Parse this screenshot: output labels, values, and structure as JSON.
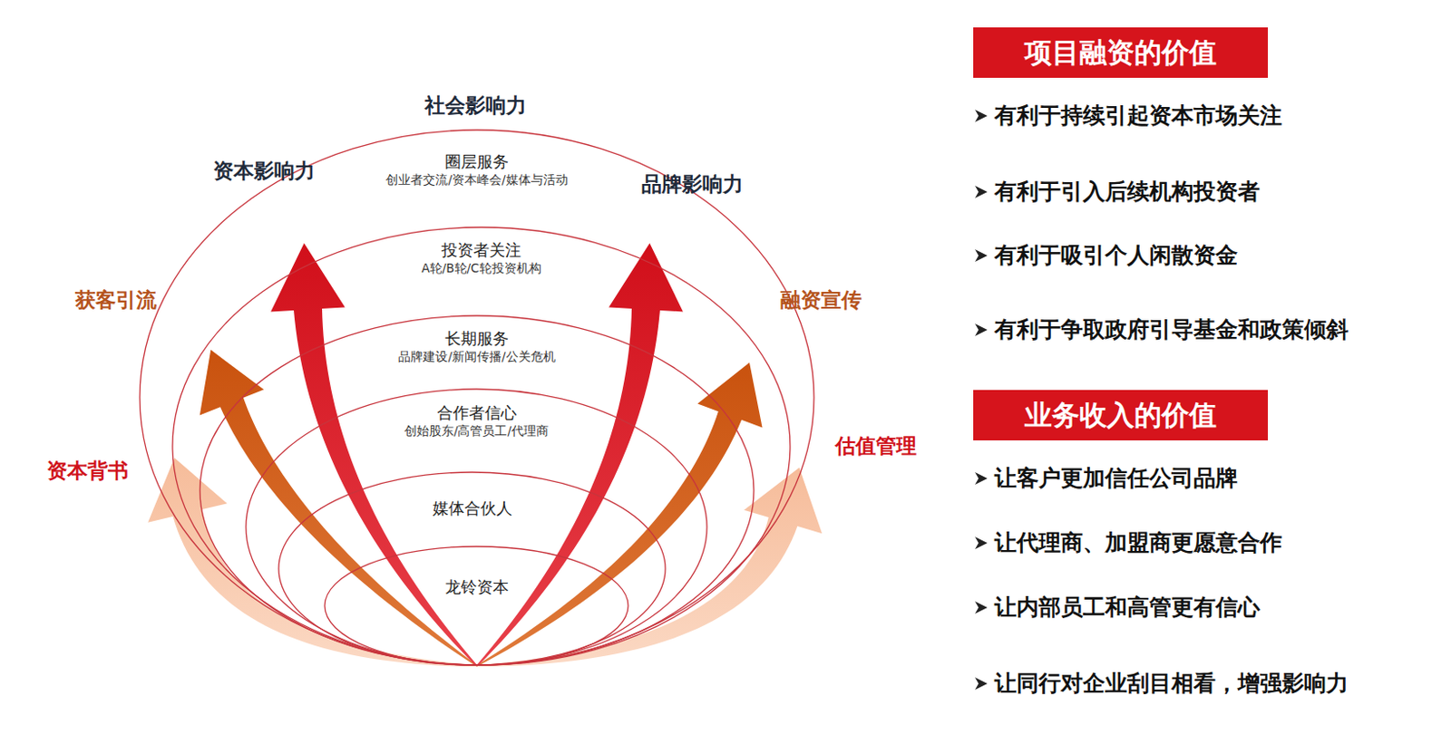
{
  "diagram": {
    "nodes": [
      {
        "text": [
          "圈层服务",
          "创业者交流/资本峰会/媒体与活动"
        ]
      },
      {
        "text": [
          "投资者关注",
          "A轮/B轮/C轮投资机构"
        ],
        "in": 0
      },
      {
        "text": [
          "长期服务",
          "品牌建设/新闻传播/公关危机"
        ],
        "in": 1
      },
      {
        "text": [
          "合作者信心",
          "创始股东/高管员工/代理商"
        ],
        "in": 2
      },
      {
        "text": [
          "媒体合伙人"
        ],
        "in": 3
      },
      {
        "text": [
          "龙铃资本"
        ],
        "in": 4
      },
      {
        "text": [
          "项目融资的价值"
        ]
      },
      {
        "text": [
          "业务收入的价值"
        ]
      }
    ],
    "labels": [
      "社会影响力",
      "资本影响力",
      "品牌影响力",
      "获客引流",
      "融资宣传",
      "资本背书",
      "估值管理",
      "有利于持续引起资本市场关注",
      "有利于引入后续机构投资者",
      "有利于吸引个人闲散资金",
      "有利于争取政府引导基金和政策倾斜",
      "让客户更加信任公司品牌",
      "让代理商、加盟商更愿意合作",
      "让内部员工和高管更有信心",
      "让同行对企业刮目相看，增强影响力"
    ]
  }
}
